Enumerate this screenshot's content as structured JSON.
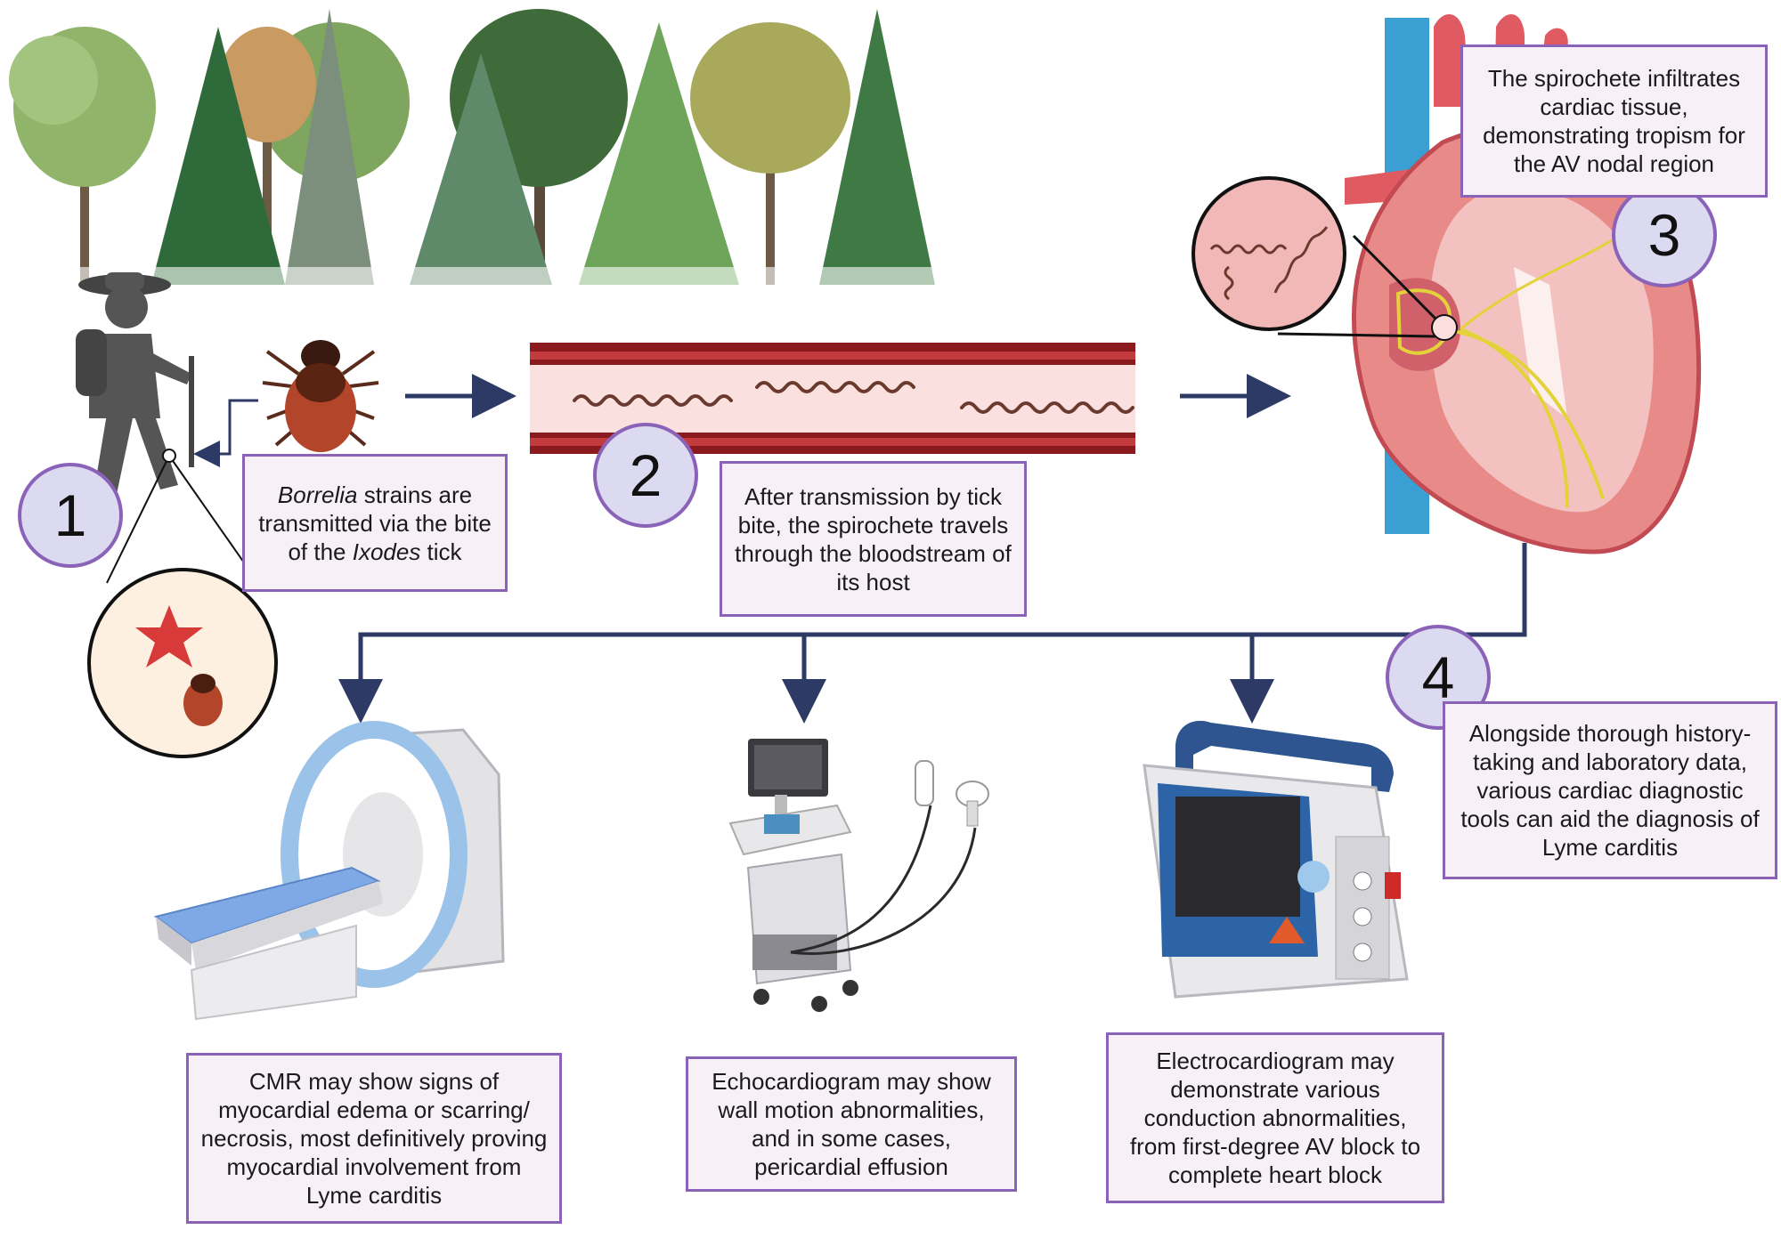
{
  "steps": [
    {
      "number": "1"
    },
    {
      "number": "2"
    },
    {
      "number": "3"
    },
    {
      "number": "4"
    }
  ],
  "captions": {
    "tick": {
      "italic_1": "Borrelia",
      "text_1": " strains are transmitted via the bite of the ",
      "italic_2": "Ixodes",
      "text_2": " tick"
    },
    "bloodstream": "After transmission by tick bite, the spirochete travels through the bloodstream of its host",
    "heart": "The spirochete infiltrates cardiac tissue, demonstrating tropism for the AV nodal region",
    "diagnosis": "Alongside thorough history-taking and laboratory data, various cardiac diagnostic tools can aid the diagnosis of Lyme carditis",
    "cmr": "CMR may show signs of myocardial edema or scarring/ necrosis, most definitively proving myocardial involvement from Lyme carditis",
    "echo": "Echocardiogram may show wall motion abnormalities, and in some cases, pericardial effusion",
    "ecg": "Electrocardiogram may demonstrate various conduction abnormalities, from first-degree AV block to complete heart block"
  },
  "colors": {
    "box_border": "#8a63b8",
    "box_fill": "#f7f1f7",
    "circle_fill": "#dcdaf0",
    "arrow": "#2e3a66",
    "vessel_wall": "#8b1a1f",
    "vessel_lumen": "#fbe0e0",
    "spirochete": "#6b3a2e"
  },
  "icons": [
    "forest-icon",
    "hiker-icon",
    "tick-icon",
    "bite-magnifier-icon",
    "blood-vessel-icon",
    "heart-icon",
    "spirochete-magnifier-icon",
    "mri-scanner-icon",
    "ultrasound-machine-icon",
    "ecg-monitor-icon"
  ]
}
